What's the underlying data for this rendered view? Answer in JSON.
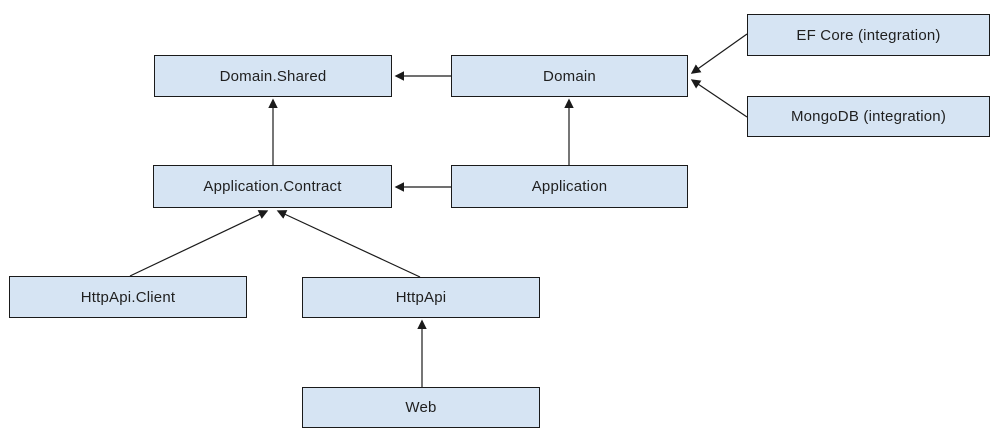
{
  "diagram": {
    "type": "dependency-diagram",
    "nodes": [
      {
        "id": "domain-shared",
        "label": "Domain.Shared"
      },
      {
        "id": "domain",
        "label": "Domain"
      },
      {
        "id": "ef-core",
        "label": "EF Core (integration)"
      },
      {
        "id": "mongodb",
        "label": "MongoDB (integration)"
      },
      {
        "id": "application-contract",
        "label": "Application.Contract"
      },
      {
        "id": "application",
        "label": "Application"
      },
      {
        "id": "httpapi-client",
        "label": "HttpApi.Client"
      },
      {
        "id": "httpapi",
        "label": "HttpApi"
      },
      {
        "id": "web",
        "label": "Web"
      }
    ],
    "edges": [
      {
        "from": "Domain",
        "to": "Domain.Shared"
      },
      {
        "from": "EF Core (integration)",
        "to": "Domain"
      },
      {
        "from": "MongoDB (integration)",
        "to": "Domain"
      },
      {
        "from": "Application",
        "to": "Application.Contract"
      },
      {
        "from": "Application",
        "to": "Domain"
      },
      {
        "from": "Application.Contract",
        "to": "Domain.Shared"
      },
      {
        "from": "HttpApi.Client",
        "to": "Application.Contract"
      },
      {
        "from": "HttpApi",
        "to": "Application.Contract"
      },
      {
        "from": "Web",
        "to": "HttpApi"
      }
    ],
    "colors": {
      "node_fill": "#d6e4f3",
      "node_border": "#1a1a1a",
      "arrow": "#1a1a1a",
      "text": "#1f1f1f",
      "background": "#ffffff"
    }
  }
}
